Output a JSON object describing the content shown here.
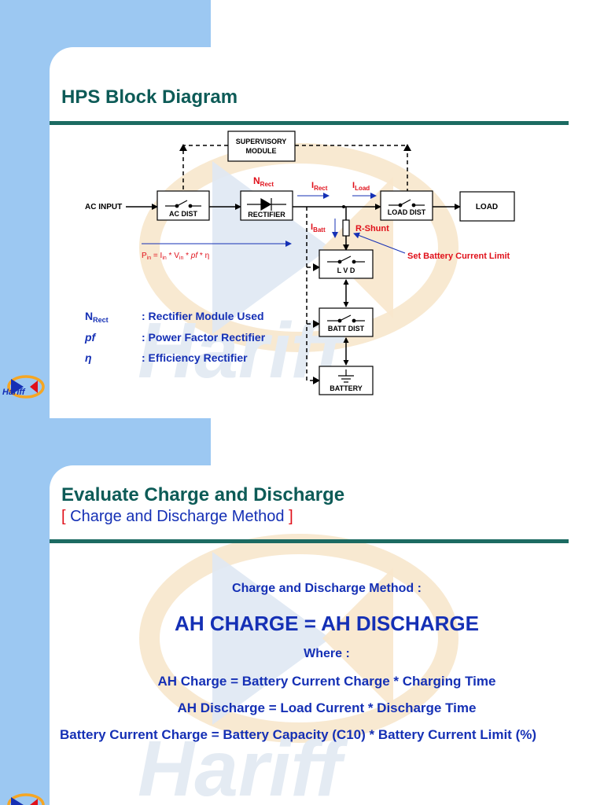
{
  "slide1": {
    "title": "HPS Block Diagram",
    "logo_text": "Hariff",
    "blocks": {
      "supervisory": [
        "SUPERVISORY",
        "MODULE"
      ],
      "ac_dist": "AC DIST",
      "rectifier": "RECTIFIER",
      "load_dist": "LOAD DIST",
      "load": "LOAD",
      "lvd": "L V D",
      "batt_dist": "BATT DIST",
      "battery": "BATTERY"
    },
    "labels": {
      "ac_input": "AC INPUT",
      "n_rect_main": "N",
      "n_rect_sub": "Rect",
      "i_rect_main": "I",
      "i_rect_sub": "Rect",
      "i_load_main": "I",
      "i_load_sub": "Load",
      "i_batt_main": "I",
      "i_batt_sub": "Batt",
      "r_shunt": "R-Shunt",
      "set_limit": "Set Battery Current Limit",
      "formula": {
        "p": "P",
        "in": "in",
        "eq": " = I",
        "in2": "in",
        "times_v": " * V",
        "in3": "in",
        "times": " * ",
        "pf": "pf",
        "eta": " * η"
      }
    },
    "legend": [
      {
        "sym_main": "N",
        "sym_sub": "Rect",
        "desc": ": Rectifier Module Used"
      },
      {
        "sym_main": "pf",
        "sym_sub": "",
        "desc": ": Power Factor Rectifier"
      },
      {
        "sym_main": "η",
        "sym_sub": "",
        "desc": ": Efficiency Rectifier"
      }
    ],
    "colors": {
      "title": "#0d5b57",
      "rule": "#1c6b62",
      "red": "#e0101a",
      "blue": "#1530b5",
      "tab": "#9cc8f2"
    }
  },
  "slide2": {
    "title": "Evaluate Charge and Discharge",
    "subtitle_open": "[ ",
    "subtitle": "Charge and Discharge Method",
    "subtitle_close": " ]",
    "line1": "Charge and Discharge Method :",
    "headline": "AH CHARGE = AH DISCHARGE",
    "where": "Where :",
    "line2": "AH Charge = Battery Current Charge * Charging Time",
    "line3": "AH Discharge = Load Current * Discharge Time",
    "line4": "Battery Current Charge = Battery Capacity (C10) * Battery Current Limit (%)"
  }
}
